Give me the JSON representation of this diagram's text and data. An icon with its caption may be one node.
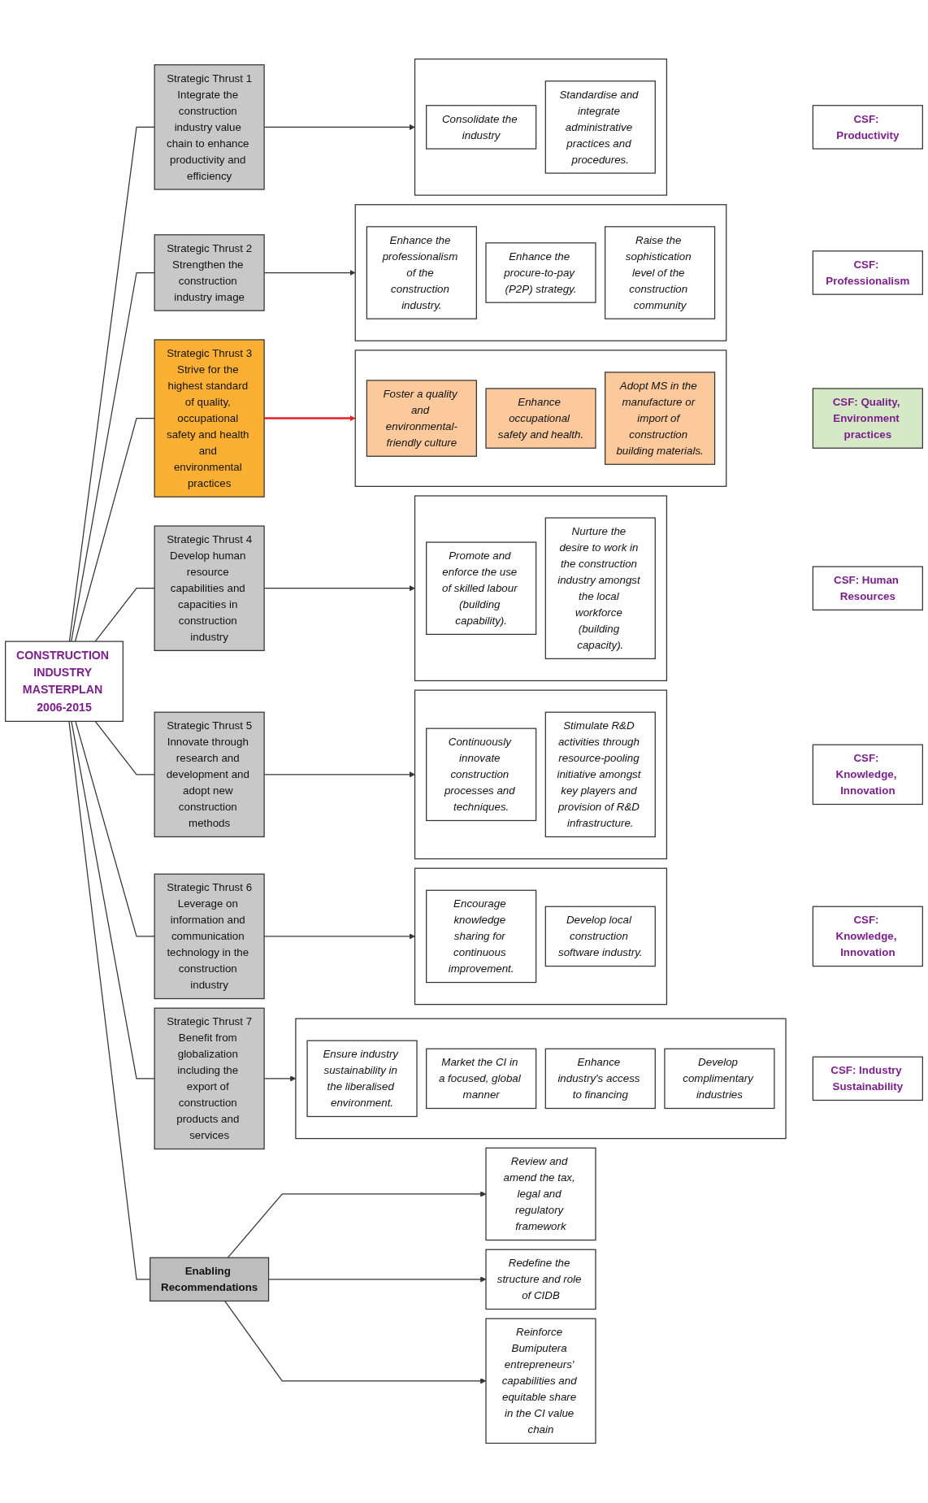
{
  "diagram": {
    "nodes": [
      {
        "text": [
          "CONSTRUCTION INDUSTRY MASTERPLAN 2006-2015"
        ]
      },
      {
        "text": [
          "Strategic Thrust 1",
          "Integrate the construction industry value chain to enhance productivity and efficiency"
        ]
      },
      {
        "text": [],
        "shape": "box"
      },
      {
        "text": [
          "Consolidate the industry"
        ],
        "in": 2
      },
      {
        "text": [
          "Standardise and integrate administrative practices and procedures."
        ],
        "in": 2
      },
      {
        "text": [
          "CSF: Productivity"
        ]
      },
      {
        "text": [
          "Strategic Thrust 2",
          "Strengthen the construction industry image"
        ]
      },
      {
        "text": [],
        "shape": "box"
      },
      {
        "text": [
          "Enhance the professionalism of the construction industry."
        ],
        "in": 7
      },
      {
        "text": [
          "Enhance the procure-to-pay (P2P) strategy."
        ],
        "in": 7
      },
      {
        "text": [
          "Raise the sophistication level of the construction community"
        ],
        "in": 7
      },
      {
        "text": [
          "CSF: Professionalism"
        ]
      },
      {
        "text": [
          "Strategic Thrust 3",
          "Strive for the highest standard of quality, occupational safety and health and environmental practices"
        ]
      },
      {
        "text": [],
        "shape": "box"
      },
      {
        "text": [
          "Foster a quality and environmental-friendly culture"
        ],
        "in": 13
      },
      {
        "text": [
          "Enhance occupational safety and health."
        ],
        "in": 13
      },
      {
        "text": [
          "Adopt MS in the manufacture or import of construction building materials."
        ],
        "in": 13
      },
      {
        "text": [
          "CSF: Quality, Environment practices"
        ]
      },
      {
        "text": [
          "Strategic Thrust 4",
          "Develop human resource capabilities and capacities in construction industry"
        ]
      },
      {
        "text": [],
        "shape": "box"
      },
      {
        "text": [
          "Promote and enforce the use of skilled labour (building capability)."
        ],
        "in": 19
      },
      {
        "text": [
          "Nurture the desire to work in the construction industry amongst the local workforce (building capacity)."
        ],
        "in": 19
      },
      {
        "text": [
          "CSF: Human Resources"
        ]
      },
      {
        "text": [
          "Strategic Thrust 5",
          "Innovate through research and development and adopt new construction methods"
        ]
      },
      {
        "text": [],
        "shape": "box"
      },
      {
        "text": [
          "Continuously innovate construction processes and techniques."
        ],
        "in": 24
      },
      {
        "text": [
          "Stimulate R&D activities through resource-pooling initiative amongst key players and provision of R&D infrastructure."
        ],
        "in": 24
      },
      {
        "text": [
          "CSF: Knowledge, Innovation"
        ]
      },
      {
        "text": [
          "Strategic Thrust 6",
          "Leverage on information and communication technology in the construction industry"
        ]
      },
      {
        "text": [],
        "shape": "box"
      },
      {
        "text": [
          "Encourage knowledge sharing for continuous improvement."
        ],
        "in": 29
      },
      {
        "text": [
          "Develop local construction software industry."
        ],
        "in": 29
      },
      {
        "text": [
          "CSF: Knowledge, Innovation"
        ]
      },
      {
        "text": [
          "Strategic Thrust 7",
          "Benefit from globalization including the export of construction products and services"
        ]
      },
      {
        "text": [],
        "shape": "box"
      },
      {
        "text": [
          "Ensure industry sustainability in the liberalised environment."
        ],
        "in": 34
      },
      {
        "text": [
          "Market the CI in a focused, global manner"
        ],
        "in": 34
      },
      {
        "text": [
          "Enhance industry's access to financing"
        ],
        "in": 34
      },
      {
        "text": [
          "Develop complimentary industries"
        ],
        "in": 34
      },
      {
        "text": [
          "CSF: Industry Sustainability"
        ]
      },
      {
        "text": [
          "Enabling Recommendations"
        ]
      },
      {
        "text": [
          "Review and amend the tax, legal and regulatory framework"
        ]
      },
      {
        "text": [
          "Redefine the structure and role of CIDB"
        ]
      },
      {
        "text": [
          "Reinforce Bumiputera entrepreneurs' capabilities and equitable share in the CI value chain"
        ]
      }
    ],
    "edges": [
      {
        "from": 0,
        "to": 1,
        "arrow": "none"
      },
      {
        "from": 0,
        "to": 6,
        "arrow": "none"
      },
      {
        "from": 0,
        "to": 12,
        "arrow": "none"
      },
      {
        "from": 0,
        "to": 18,
        "arrow": "none"
      },
      {
        "from": 0,
        "to": 23,
        "arrow": "none"
      },
      {
        "from": 0,
        "to": 28,
        "arrow": "none"
      },
      {
        "from": 0,
        "to": 33,
        "arrow": "none"
      },
      {
        "from": 0,
        "to": 40,
        "arrow": "none"
      },
      {
        "from": 1,
        "to": 2,
        "arrow": "to"
      },
      {
        "from": 6,
        "to": 7,
        "arrow": "to"
      },
      {
        "from": 12,
        "to": 13,
        "arrow": "to",
        "color": "#ee1c25"
      },
      {
        "from": 18,
        "to": 19,
        "arrow": "to"
      },
      {
        "from": 23,
        "to": 24,
        "arrow": "to"
      },
      {
        "from": 28,
        "to": 29,
        "arrow": "to"
      },
      {
        "from": 33,
        "to": 34,
        "arrow": "to"
      },
      {
        "from": 40,
        "to": 41,
        "arrow": "to"
      },
      {
        "from": 40,
        "to": 42,
        "arrow": "to"
      },
      {
        "from": 40,
        "to": 43,
        "arrow": "to"
      }
    ]
  }
}
